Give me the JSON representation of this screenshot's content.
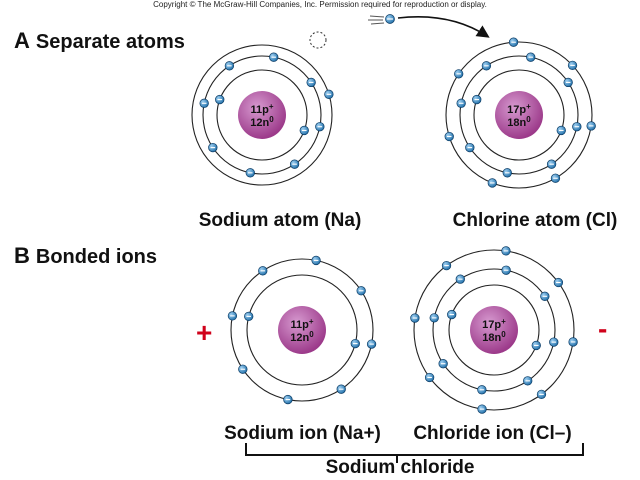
{
  "copyright": "Copyright © The McGraw-Hill Companies, Inc. Permission required for reproduction or display.",
  "section_a": {
    "letter": "A",
    "title": "Separate atoms"
  },
  "section_b": {
    "letter": "B",
    "title": "Bonded ions"
  },
  "sodium_atom": {
    "label": "Sodium atom (Na)",
    "protons": "11p",
    "proton_charge": "+",
    "neutrons": "12n",
    "neutron_charge": "0",
    "shells": [
      2,
      8,
      1
    ]
  },
  "chlorine_atom": {
    "label": "Chlorine atom (Cl)",
    "protons": "17p",
    "proton_charge": "+",
    "neutrons": "18n",
    "neutron_charge": "0",
    "shells": [
      2,
      8,
      7
    ]
  },
  "sodium_ion": {
    "label": "Sodium ion (Na+)",
    "protons": "11p",
    "proton_charge": "+",
    "neutrons": "12n",
    "neutron_charge": "0",
    "shells": [
      2,
      8
    ],
    "sign": "+"
  },
  "chloride_ion": {
    "label": "Chloride ion (Cl–)",
    "protons": "17p",
    "proton_charge": "+",
    "neutrons": "18n",
    "neutron_charge": "0",
    "shells": [
      2,
      8,
      8
    ],
    "sign": "-"
  },
  "compound_label": "Sodium chloride",
  "electron_symbol": "−",
  "colors": {
    "nucleus": "#b0479a",
    "electron": "#2b7fc3",
    "sign": "#d0021b"
  }
}
